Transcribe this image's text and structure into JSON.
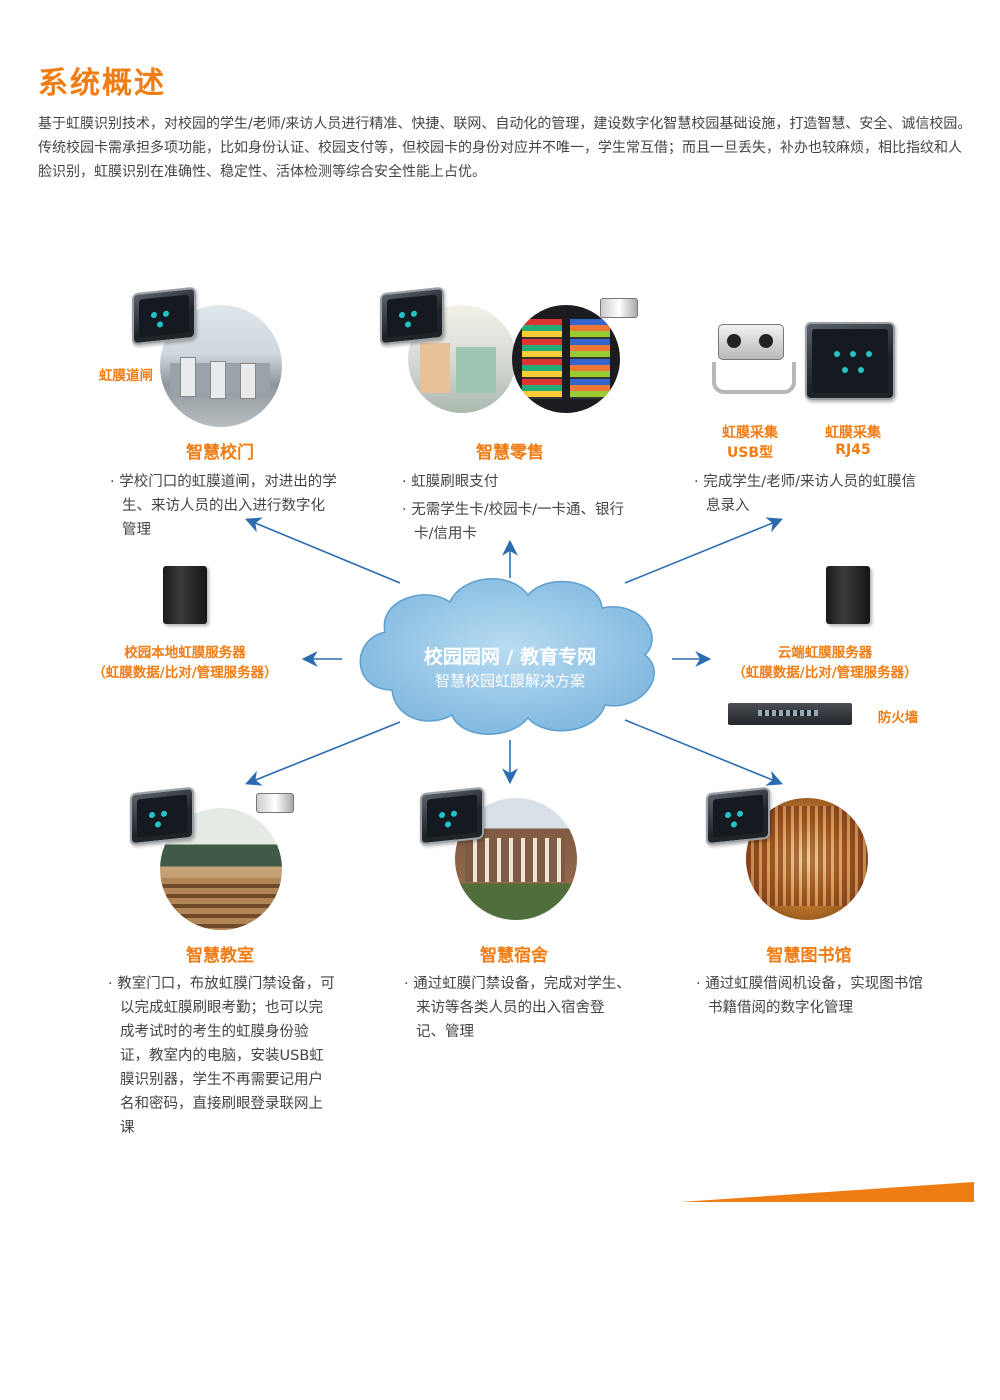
{
  "heading": "系统概述",
  "intro": "基于虹膜识别技术，对校园的学生/老师/来访人员进行精准、快捷、联网、自动化的管理，建设数字化智慧校园基础设施，打造智慧、安全、诚信校园。传统校园卡需承担多项功能，比如身份认证、校园支付等，但校园卡的身份对应并不唯一，学生常互借；而且一旦丢失，补办也较麻烦，相比指纹和人脸识别，虹膜识别在准确性、稳定性、活体检测等综合安全性能上占优。",
  "cloud": {
    "line1": "校园园网 / 教育专网",
    "line2": "智慧校园虹膜解决方案"
  },
  "gate": {
    "label": "虹膜道闸",
    "title": "智慧校门",
    "items": [
      "学校门口的虹膜道闸，对进出的学生、来访人员的出入进行数字化管理"
    ]
  },
  "retail": {
    "title": "智慧零售",
    "items": [
      "虹膜刷眼支付",
      "无需学生卡/校园卡/一卡通、银行卡/信用卡"
    ]
  },
  "collect": {
    "usb_label_1": "虹膜采集",
    "usb_label_2": "USB型",
    "rj_label_1": "虹膜采集",
    "rj_label_2": "RJ45",
    "items": [
      "完成学生/老师/来访人员的虹膜信息录入"
    ]
  },
  "local_server": {
    "line1": "校园本地虹膜服务器",
    "line2": "（虹膜数据/比对/管理服务器）"
  },
  "cloud_server": {
    "line1": "云端虹膜服务器",
    "line2": "（虹膜数据/比对/管理服务器）",
    "firewall": "防火墙"
  },
  "classroom": {
    "title": "智慧教室",
    "items": [
      "教室门口，布放虹膜门禁设备，可以完成虹膜刷眼考勤；也可以完成考试时的考生的虹膜身份验证，教室内的电脑，安装USB虹膜识别器，学生不再需要记用户名和密码，直接刷眼登录联网上课"
    ]
  },
  "dorm": {
    "title": "智慧宿舍",
    "items": [
      "通过虹膜门禁设备，完成对学生、来访等各类人员的出入宿舍登记、管理"
    ]
  },
  "library": {
    "title": "智慧图书馆",
    "items": [
      "通过虹膜借阅机设备，实现图书馆书籍借阅的数字化管理"
    ]
  },
  "colors": {
    "accent": "#f07c14",
    "arrow": "#2b6cb0",
    "cloud": "#8fc3e6"
  }
}
